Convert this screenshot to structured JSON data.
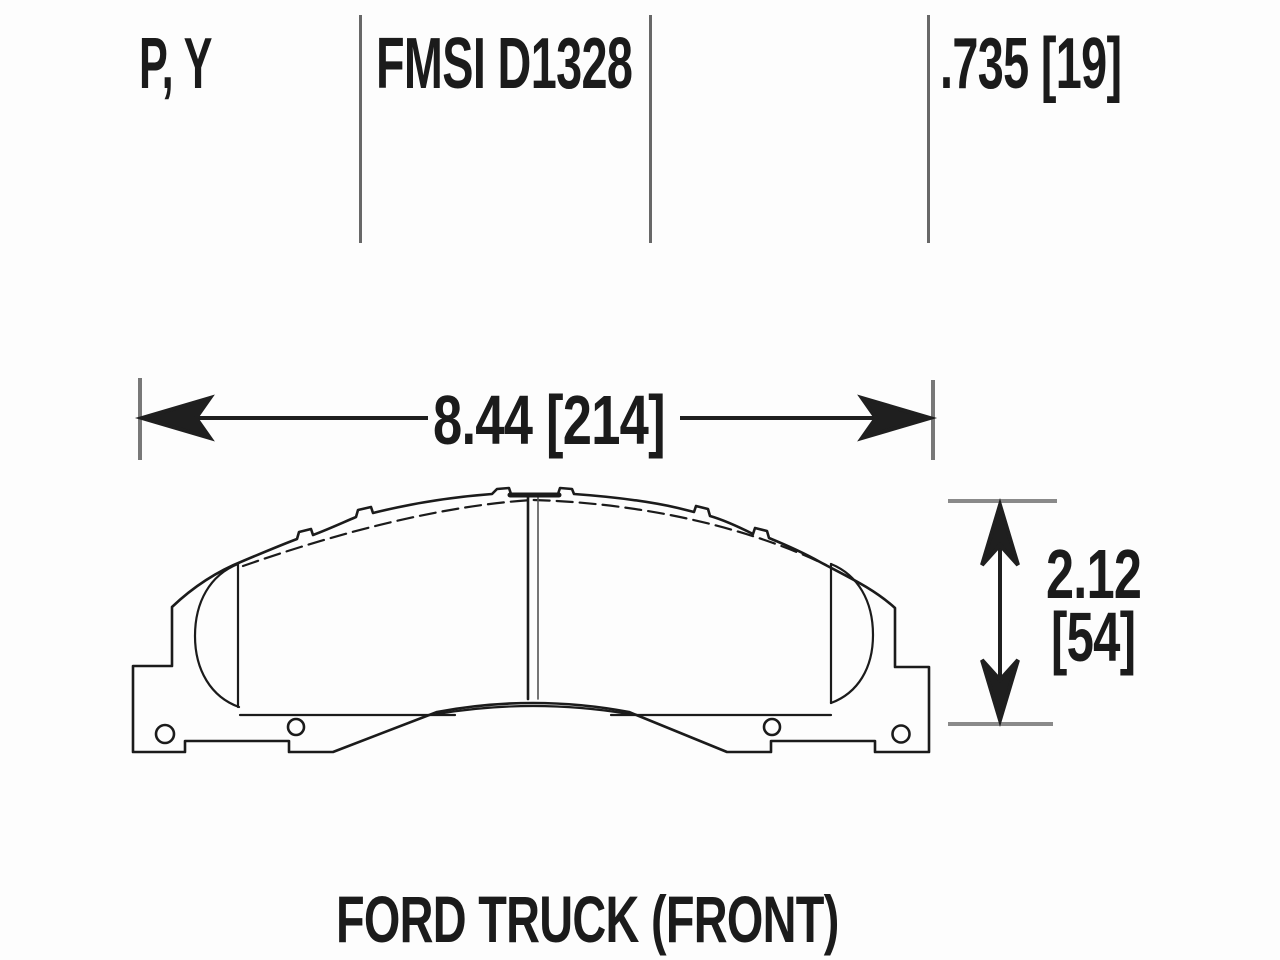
{
  "spec_row": {
    "pad_codes": "P, Y",
    "fmsi_number": "FMSI D1328",
    "thickness": ".735 [19]"
  },
  "dimensions": {
    "overall_width": "8.44 [214]",
    "overall_height_in": "2.12",
    "overall_height_mm": "[54]"
  },
  "title": "FORD TRUCK (FRONT)",
  "colors": {
    "ink": "#1b1b1b",
    "guide_gray": "#787878",
    "background": "#fdfdfd"
  }
}
